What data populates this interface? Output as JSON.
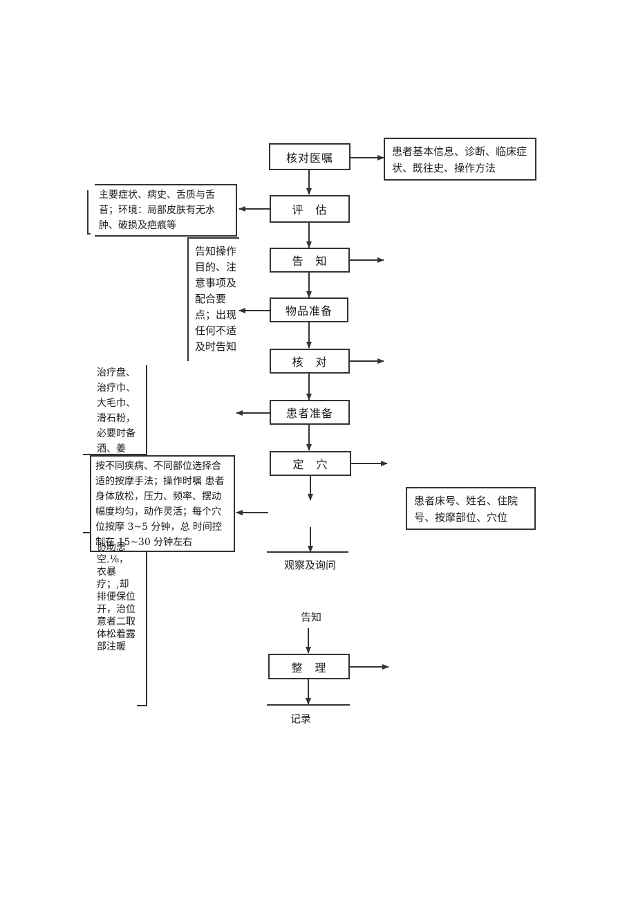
{
  "steps": {
    "verify_order": "核对医嘱",
    "assess": "评　估",
    "inform": "告　知",
    "prepare_items": "物品准备",
    "check": "核　对",
    "prepare_patient": "患者准备",
    "locate_point": "定　穴",
    "tidy": "整　理"
  },
  "notes": {
    "patient_info": "患者基本信息、诊断、临床症状、既往史、操作方法",
    "assess_detail": "主要症状、病史、舌质与舌苔；环境：局部皮肤有无水 肿、破损及疤痕等",
    "inform_detail": "告知操作目的、注意事项及配合要点；出现任何不适及时告知",
    "items_detail": "治疗盘、治疗巾、大毛巾、滑石粉，必要时备酒、姜汁、薄荷水",
    "massage_detail": "按不同疾病、不同部位选择合适的按摩手法；操作时嘱 患者身体放松，压力、频率、摆动幅度均匀，动作灵活；每个穴位按摩 3~5 分钟，总 时间控制在 15~30 分钟左右",
    "check_detail": "患者床号、姓名、住院号、按摩部位、穴位",
    "patient_prep_detail": "协助患空.⅛，衣暴疗；,却排便保位开，治位意者二取体松着露部注暖"
  },
  "labels": {
    "observe": "观察及询问",
    "inform_after": "告知",
    "record": "记录"
  }
}
